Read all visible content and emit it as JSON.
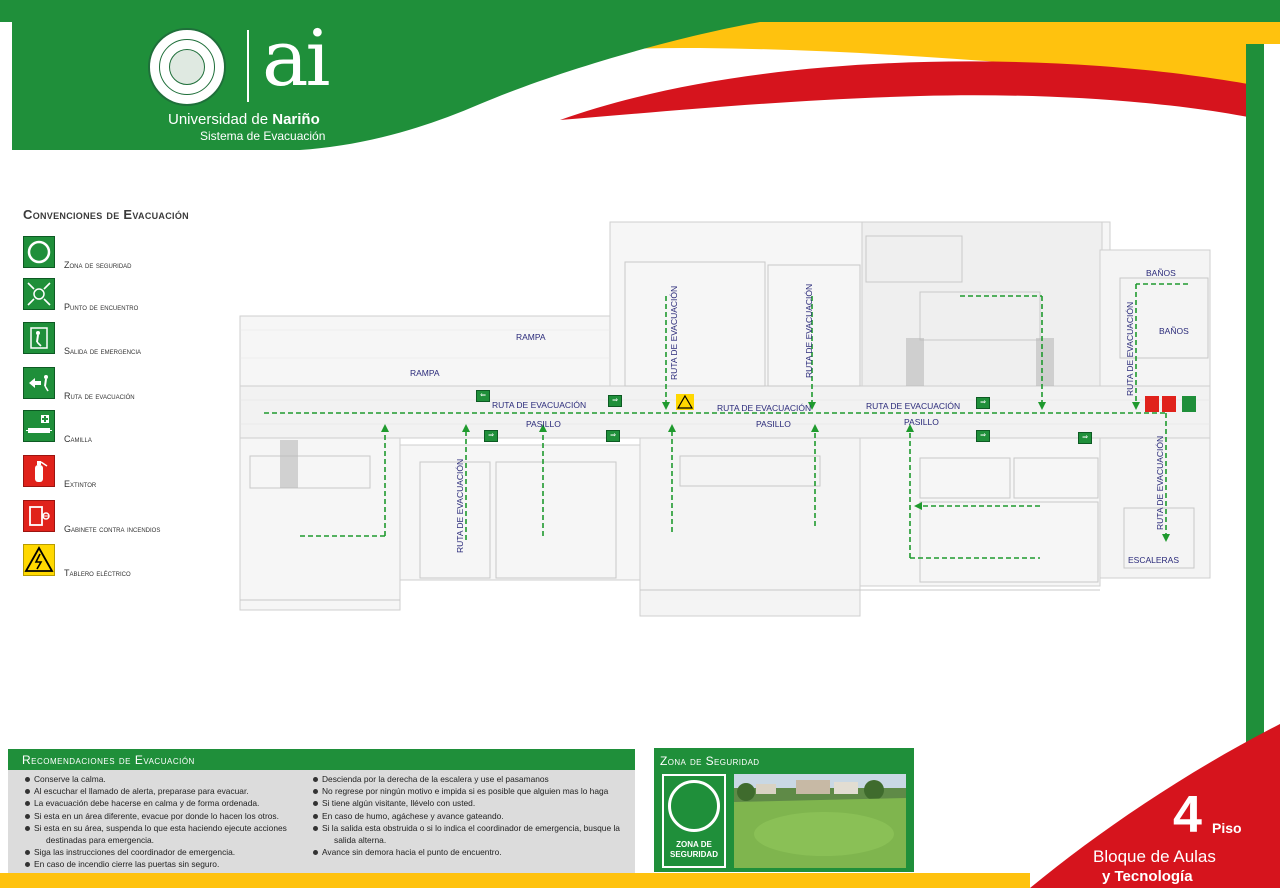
{
  "header": {
    "logo_text": "ai",
    "university_prefix": "Universidad de ",
    "university_name": "Nariño",
    "subtitle": "Sistema de Evacuación"
  },
  "legend": {
    "title": "Convenciones de Evacuación",
    "items": [
      {
        "label": "Zona de seguridad",
        "icon": "safety-zone-icon"
      },
      {
        "label": "Punto de encuentro",
        "icon": "meeting-point-icon"
      },
      {
        "label": "Salida de emergencia",
        "icon": "emergency-exit-icon"
      },
      {
        "label": "Ruta de evacuación",
        "icon": "evacuation-route-icon"
      },
      {
        "label": "Camilla",
        "icon": "stretcher-icon"
      },
      {
        "label": "Extintor",
        "icon": "extinguisher-icon"
      },
      {
        "label": "Gabinete contra incendios",
        "icon": "fire-cabinet-icon"
      },
      {
        "label": "Tablero eléctrico",
        "icon": "electrical-panel-icon"
      }
    ]
  },
  "map": {
    "rampa_1": "RAMPA",
    "rampa_2": "RAMPA",
    "route_1": "RUTA DE EVACUACIÓN",
    "route_2": "RUTA DE EVACUACIÓN",
    "route_3": "RUTA DE EVACUACIÓN",
    "route_v1": "RUTA DE EVACUACIÓN",
    "route_v2": "RUTA DE EVACUACIÓN",
    "route_v3": "RUTA DE EVACUACIÓN",
    "route_v4": "RUTA DE EVACUACIÓN",
    "route_v5": "RUTA DE EVACUACIÓN",
    "pasillo_1": "PASILLO",
    "pasillo_2": "PASILLO",
    "pasillo_3": "PASILLO",
    "banos_1": "BAÑOS",
    "banos_2": "BAÑOS",
    "escaleras": "ESCALERAS"
  },
  "recommendations": {
    "title": "Recomendaciones de Evacuación",
    "left": [
      "Conserve la calma.",
      "Al escuchar el llamado de alerta, preparase para evacuar.",
      "La evacuación debe hacerse en calma y de forma ordenada.",
      "Si esta en un área diferente, evacue por donde lo hacen los otros.",
      "Si esta en su área, suspenda lo que esta haciendo ejecute acciones",
      "destinadas para emergencia.",
      "Siga las instrucciones del coordinador de emergencia.",
      "En caso de incendio cierre las puertas sin seguro."
    ],
    "right": [
      "Descienda por la derecha de la escalera y use el pasamanos",
      "No regrese por ningún motivo e impida si es posible que alguien mas  lo haga",
      "Si tiene algún visitante, llévelo con usted.",
      "En caso de humo, agáchese y avance gateando.",
      "Si la salida esta obstruida o si lo indica el coordinador de emergencia, busque la",
      "salida alterna.",
      "Avance sin demora hacia el punto de encuentro."
    ]
  },
  "zone": {
    "title": "Zona de Seguridad",
    "sign_line1": "ZONA DE",
    "sign_line2": "SEGURIDAD"
  },
  "floor": {
    "number": "4",
    "word": "Piso",
    "block_line1": "Bloque de Aulas",
    "block_line2": "y Tecnología"
  },
  "colors": {
    "green": "#1f8f3a",
    "yellow": "#ffc20e",
    "red": "#d6141d"
  }
}
